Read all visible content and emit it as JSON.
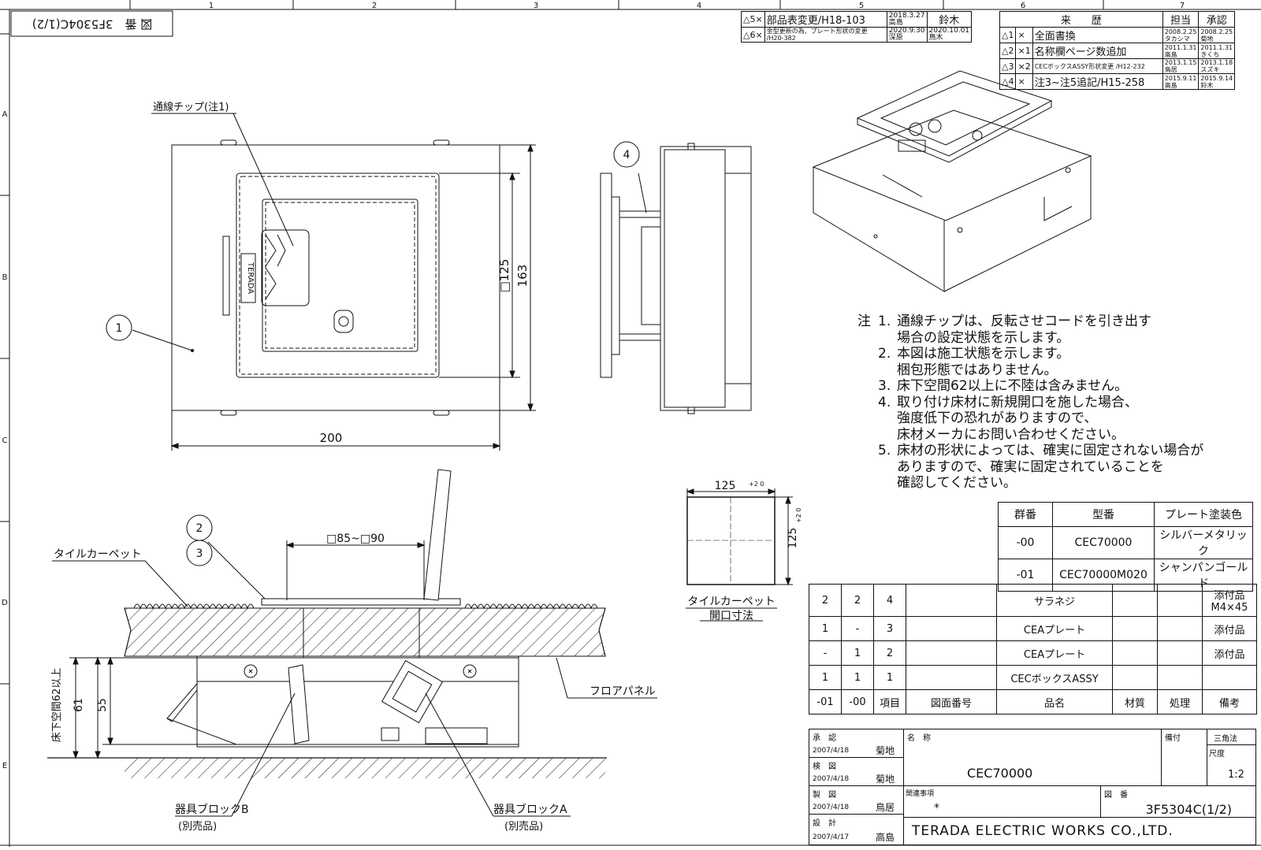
{
  "sheet_number_corner": "図 番　3F5304C(1/2)",
  "ruler": {
    "cols": [
      "1",
      "2",
      "3",
      "4",
      "5",
      "6",
      "7"
    ],
    "rows": [
      "A",
      "B",
      "C",
      "D",
      "E"
    ]
  },
  "top_view": {
    "chip_label": "通線チップ(注1)",
    "callout_1": "1",
    "dim_width": "200",
    "dim_inner": "□125",
    "dim_outer": "163",
    "brand": "TERADA"
  },
  "side_view": {
    "callout_4": "4"
  },
  "section": {
    "callout_2": "2",
    "callout_3": "3",
    "opening_range": "□85~□90",
    "tile_carpet": "タイルカーペット",
    "floor_panel": "フロアパネル",
    "underfloor": "床下空間62以上",
    "dim_61": "61",
    "dim_55": "55",
    "block_b": "器具ブロックB",
    "block_b_sub": "(別売品)",
    "block_a": "器具ブロックA",
    "block_a_sub": "(別売品)"
  },
  "opening": {
    "dim_w": "125",
    "tol": "+2 0",
    "dim_h": "125",
    "caption1": "タイルカーペット",
    "caption2": "開口寸法"
  },
  "notes": {
    "prefix": "注",
    "items": [
      {
        "num": "1.",
        "lines": [
          "通線チップは、反転させコードを引き出す",
          "場合の設定状態を示します。"
        ]
      },
      {
        "num": "2.",
        "lines": [
          "本図は施工状態を示します。",
          "梱包形態ではありません。"
        ]
      },
      {
        "num": "3.",
        "lines": [
          "床下空間62以上に不陸は含みません。"
        ]
      },
      {
        "num": "4.",
        "lines": [
          "取り付け床材に新規開口を施した場合、",
          "強度低下の恐れがありますので、",
          "床材メーカにお問い合わせください。"
        ]
      },
      {
        "num": "5.",
        "lines": [
          "床材の形状によっては、確実に固定されない場合が",
          "ありますので、確実に固定されていることを",
          "確認してください。"
        ]
      }
    ]
  },
  "revisions_left": [
    {
      "mark": "5",
      "desc": "部品表変更/H18-103",
      "date": "2018.3.27",
      "name": "高島",
      "checker": "鈴木"
    },
    {
      "mark": "6",
      "desc": "金型更新の為、プレート形状の変更 /H20-382",
      "date": "2020.9.30",
      "name": "深原",
      "date2": "2020.10.01",
      "checker": "鳥木"
    }
  ],
  "revisions_header": {
    "col1": "来　　歴",
    "col2": "担当",
    "col3": "承認"
  },
  "revisions_right": [
    {
      "mark": "1",
      "count": "",
      "desc": "全面書換",
      "d1": "2008.2.25",
      "n1": "タカシマ",
      "d2": "2008.2.25",
      "n2": "菊地"
    },
    {
      "mark": "2",
      "count": "1",
      "desc": "名称欄ページ数追加",
      "d1": "2011.1.31",
      "n1": "高島",
      "d2": "2011.1.31",
      "n2": "きくち"
    },
    {
      "mark": "3",
      "count": "2",
      "desc": "CECボックスASSY形状変更 /H12-232",
      "d1": "2013.1.15",
      "n1": "鳥居",
      "d2": "2013.1.18",
      "n2": "スズキ"
    },
    {
      "mark": "4",
      "count": "",
      "desc": "注3~注5追記/H15-258",
      "d1": "2015.9.11",
      "n1": "高島",
      "d2": "2015.9.14",
      "n2": "鈴木"
    }
  ],
  "product_table": {
    "headers": [
      "群番",
      "型番",
      "プレート塗装色"
    ],
    "rows": [
      [
        "-00",
        "CEC70000",
        "シルバーメタリック"
      ],
      [
        "-01",
        "CEC70000M020",
        "シャンパンゴールド"
      ]
    ]
  },
  "bom": {
    "rows": [
      [
        "2",
        "2",
        "4",
        "",
        "サラネジ",
        "",
        "",
        "添付品 M4×45"
      ],
      [
        "1",
        "-",
        "3",
        "",
        "CEAプレート",
        "",
        "",
        "添付品"
      ],
      [
        "-",
        "1",
        "2",
        "",
        "CEAプレート",
        "",
        "",
        "添付品"
      ],
      [
        "1",
        "1",
        "1",
        "",
        "CECボックスASSY",
        "",
        "",
        ""
      ]
    ],
    "header": [
      "-01",
      "-00",
      "項目",
      "図面番号",
      "品名",
      "材質",
      "処理",
      "備考"
    ]
  },
  "title_block": {
    "approve_label": "承　認",
    "approve_date": "2007/4/18",
    "approve_name": "菊地",
    "check_label": "検　図",
    "check_date": "2007/4/18",
    "check_name": "菊地",
    "draw_label": "製　図",
    "draw_date": "2007/4/18",
    "draw_name": "鳥居",
    "design_label": "設　計",
    "design_date": "2007/4/17",
    "design_name": "高島",
    "name_label": "名　称",
    "product_name": "CEC70000",
    "bikou_label": "備付",
    "projection": "三角法",
    "scale_label": "尺度",
    "scale": "1:2",
    "related_label": "関連事項",
    "related": "*",
    "drawing_no_label": "図　番",
    "drawing_no": "3F5304C(1/2)",
    "company": "TERADA ELECTRIC WORKS CO.,LTD."
  }
}
